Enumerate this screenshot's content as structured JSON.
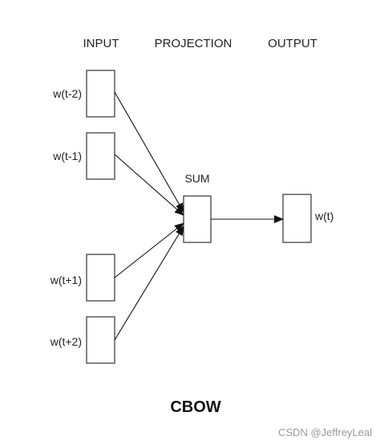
{
  "headers": {
    "input": "INPUT",
    "projection": "PROJECTION",
    "output": "OUTPUT"
  },
  "inputs": [
    {
      "label": "w(t-2)"
    },
    {
      "label": "w(t-1)"
    },
    {
      "label": "w(t+1)"
    },
    {
      "label": "w(t+2)"
    }
  ],
  "projection": {
    "label": "SUM"
  },
  "output": {
    "label": "w(t)"
  },
  "caption": "CBOW",
  "watermark": "CSDN @JeffreyLeal",
  "colors": {
    "background": "#ffffff",
    "stroke": "#333333",
    "arrow": "#111111",
    "text": "#222222",
    "watermark": "#9a9a9a"
  }
}
